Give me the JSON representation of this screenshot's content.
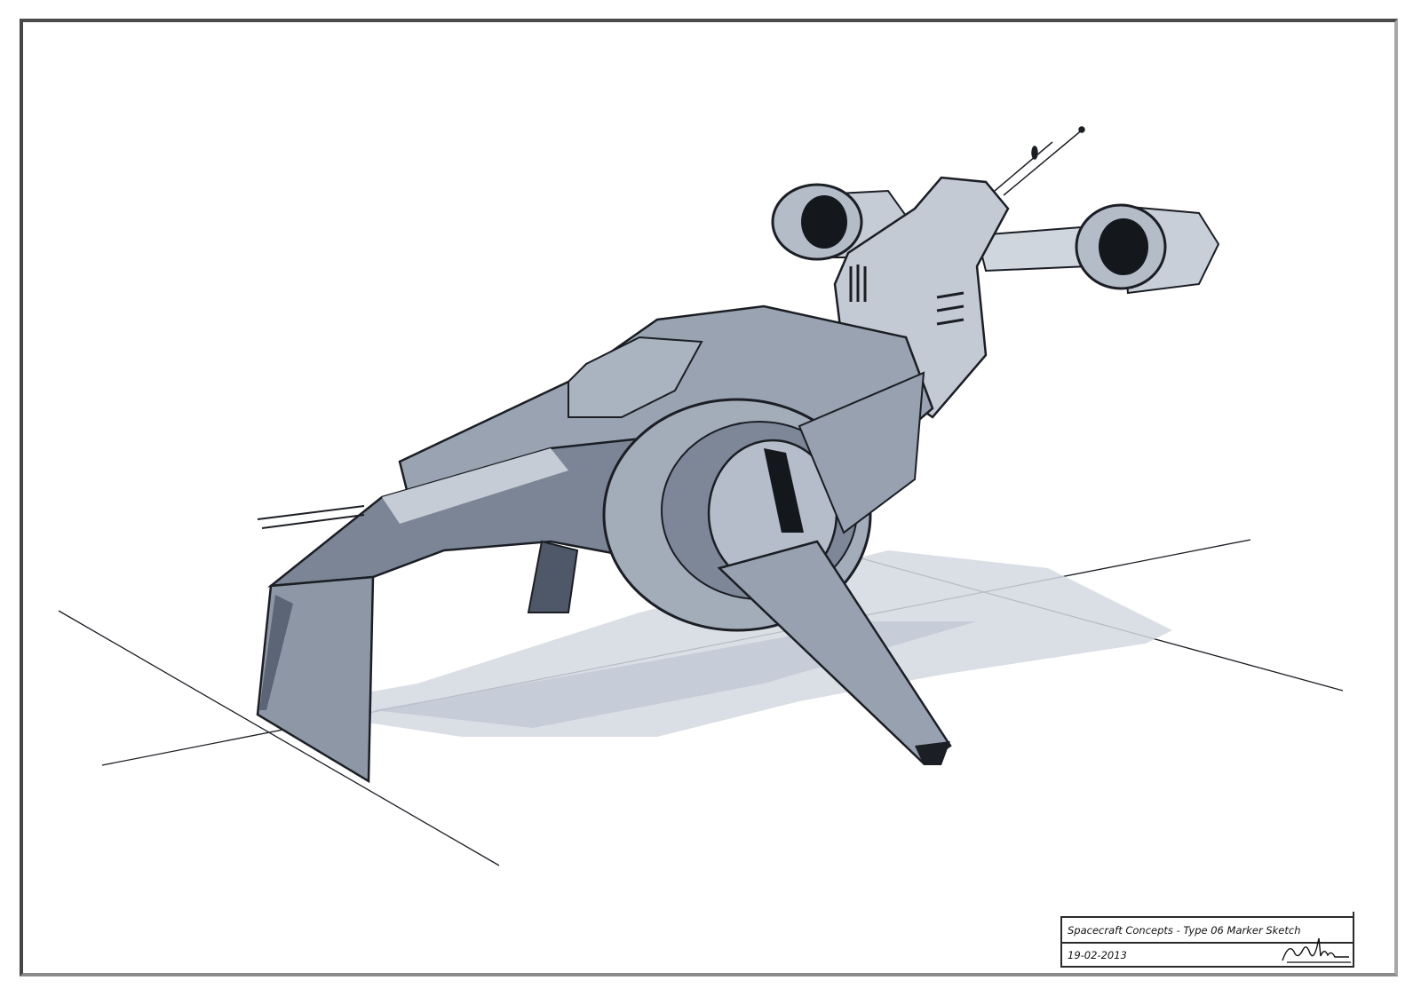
{
  "sheet": {
    "subject": "spacecraft concept marker sketch",
    "colors": {
      "ink": "#1b1e24",
      "marker_dark": "#4e5868",
      "marker_mid": "#8a94a4",
      "marker_light": "#c9d0da",
      "shadow": "#d3d9e2",
      "paper": "#ffffff"
    }
  },
  "title_block": {
    "title": "Spacecraft Concepts - Type 06 Marker Sketch",
    "date": "19-02-2013",
    "signature": "signature"
  }
}
